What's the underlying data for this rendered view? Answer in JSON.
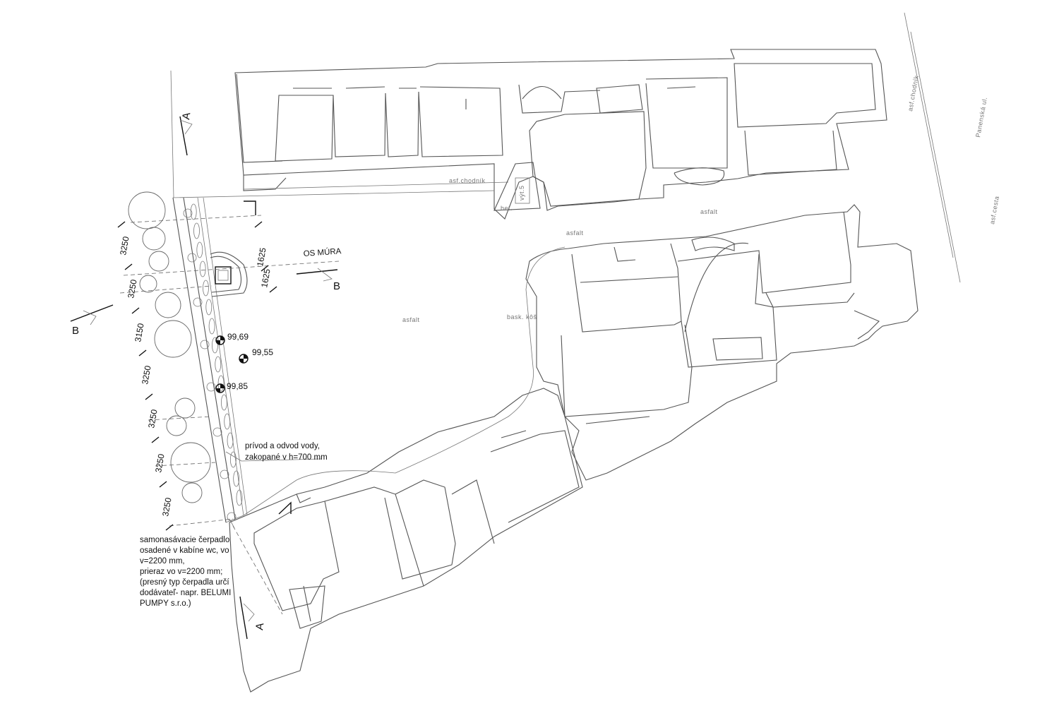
{
  "sections": {
    "a_top": "A",
    "a_bottom": "A",
    "b_left": "B",
    "b_right": "B"
  },
  "wall_axis": "OS MÚRA",
  "dimensions": {
    "tree_spacing": [
      "3250",
      "3250",
      "3150",
      "3250",
      "3250",
      "3250",
      "3250"
    ],
    "pavilion_1": "1625",
    "pavilion_2": "1625"
  },
  "elevations": [
    "99,69",
    "99,55",
    "99,85"
  ],
  "surfaces": {
    "asfalt_1": "asfalt",
    "asfalt_2": "asfalt",
    "asfalt_3": "asfalt",
    "bask_kos": "bask. kôš",
    "asf_chodnik_1": "asf.chodník",
    "asf_chodnik_2": "asf.chodník",
    "asf_cesta": "asf.cesta",
    "panenska": "Panenská ul.",
    "bet": "bet.",
    "vyt": "výt.5"
  },
  "notes": {
    "water": [
      "prívod a odvod vody,",
      "zakopané v h=700 mm"
    ],
    "pump": [
      "samonasávacie čerpadlo",
      "osadené v kabíne wc, vo",
      "v=2200 mm,",
      "prieraz vo v=2200 mm;",
      "(presný typ čerpadla určí",
      "dodávateľ- napr. BELUMI",
      "PUMPY s.r.o.)"
    ]
  }
}
